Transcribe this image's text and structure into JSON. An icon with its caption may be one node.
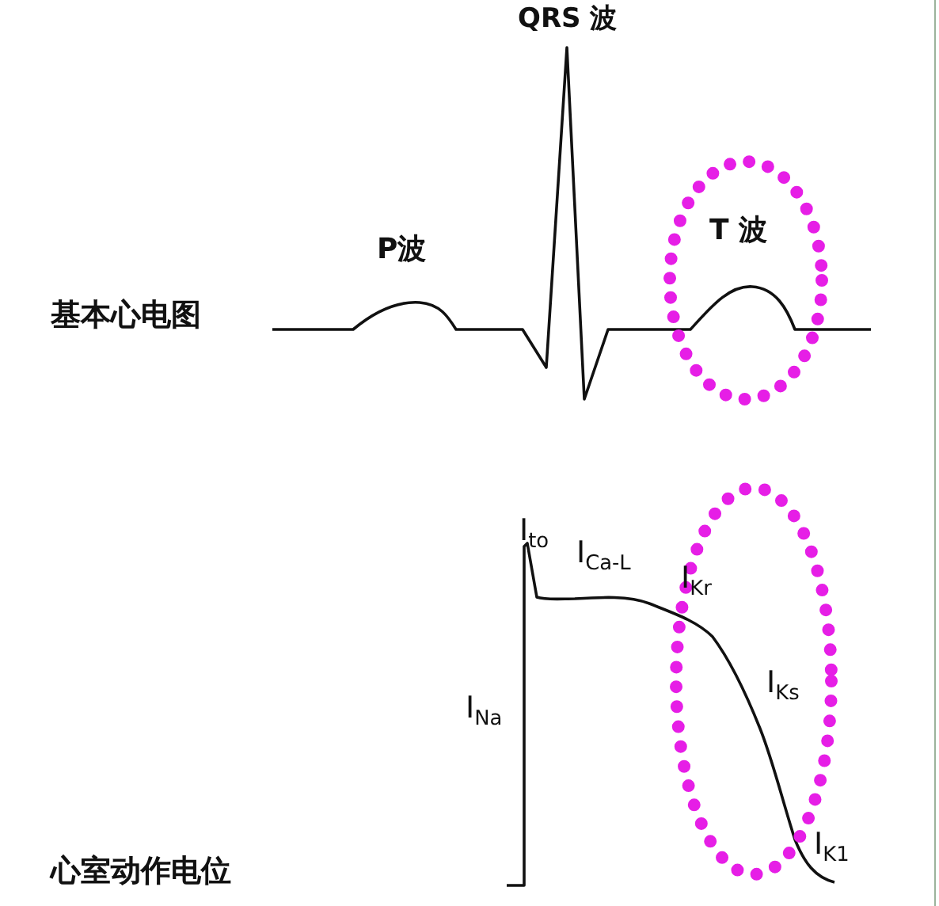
{
  "diagram": {
    "labels": [
      "QRS 波",
      "P波",
      "T 波",
      "基本心电图",
      "I$_{to}$",
      "I$_{Ca-L}$",
      "I$_{Kr}$",
      "I$_{Ks}$",
      "I$_{Na}$",
      "I$_{K1}$",
      "心室动作电位"
    ]
  }
}
